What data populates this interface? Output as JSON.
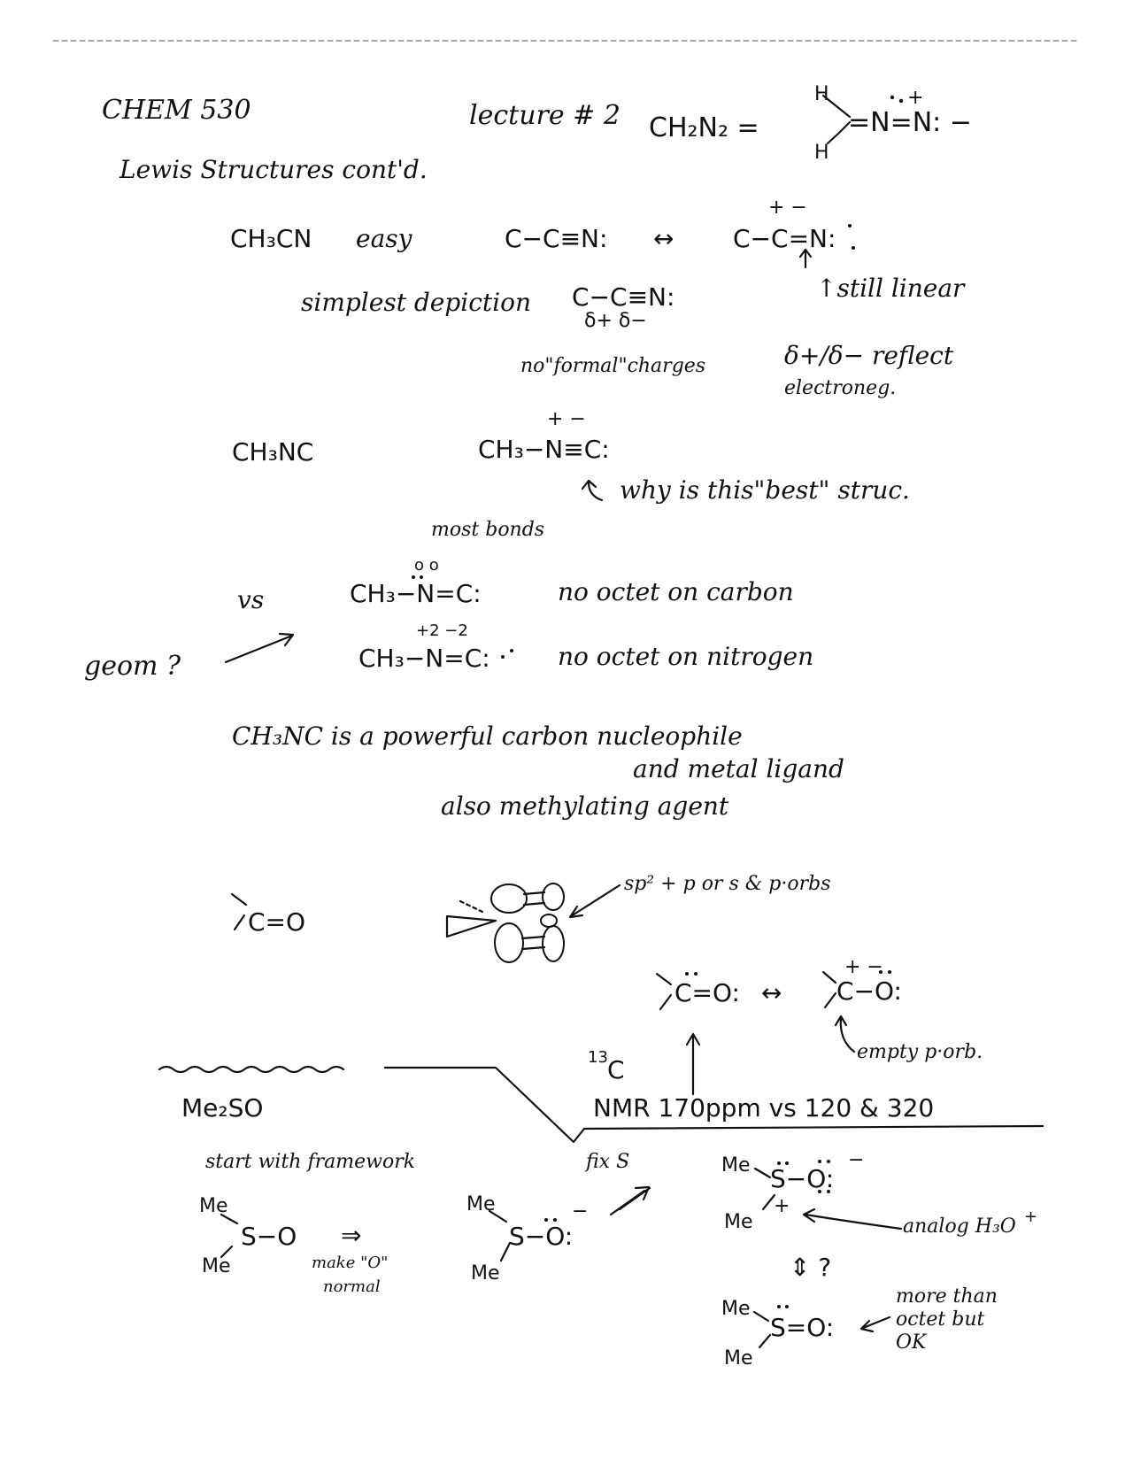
{
  "header": {
    "course": "CHEM 530",
    "lecture": "lecture # 2",
    "formula_lhs": "CH₂N₂ =",
    "formula_rhs": "=N=N: −",
    "formula_H_top": "H",
    "formula_H_bottom": "H",
    "formula_plus": "+"
  },
  "section1": {
    "title": "Lewis Structures cont'd.",
    "ch3cn_label": "CH₃CN",
    "easy": "easy",
    "resonance_left": "C−C≡N:",
    "resonance_arrow": "↔",
    "resonance_right": "C−C=N:",
    "resonance_right_charges": "+       −",
    "still_linear": "↑still linear",
    "simplest": "simplest depiction",
    "simplest_struct": "C−C≡N:",
    "partial_charges": "δ+  δ−",
    "no_formal": "no\"formal\"charges",
    "reflect": "δ+/δ− reflect",
    "electroneg": "electroneg."
  },
  "section2": {
    "label": "CH₃NC",
    "structure": "CH₃−N≡C:",
    "charges": "+      −",
    "why_best": "why is this\"best\" struc.",
    "most_bonds": "most bonds",
    "vs": "vs",
    "alt1": "CH₃−N=C:",
    "alt1_charges": "o      o",
    "alt1_note": "no octet on carbon",
    "geom": "geom ?",
    "alt2": "CH₃−N=C:",
    "alt2_charges": "+2      −2",
    "alt2_note": "no octet on nitrogen",
    "nucleophile": "CH₃NC  is  a powerful carbon nucleophile",
    "ligand": "and metal ligand",
    "methylating": "also methylating agent"
  },
  "section3": {
    "carbonyl": "C=O",
    "orbital_note": "sp² + p   or   s & p·orbs",
    "reso_left": "C=O:",
    "reso_arrow": "↔",
    "reso_right": "C−O:",
    "reso_right_charges": "+       −",
    "empty_porb": "empty p·orb.",
    "c13_sup": "13",
    "c13": "C",
    "nmr": "NMR  170ppm  vs  120 & 320"
  },
  "section4": {
    "me2so": "Me₂SO",
    "start": "start with framework",
    "me_top": "Me",
    "me_bottom": "Me",
    "s_o": "S−O",
    "arrow": "⇒",
    "make_o": "make \"O\"",
    "normal": "normal",
    "s_o2": "S−O:",
    "minus": "−",
    "fix_s": "fix S",
    "s_o3": "S−O:",
    "plus": "+",
    "analog": "analog H₃O",
    "analog_plus": "+",
    "eq": "⇕ ?",
    "s_eq_o": "S=O:",
    "more_than": "more than",
    "octet_but": "octet but",
    "ok": "OK"
  }
}
